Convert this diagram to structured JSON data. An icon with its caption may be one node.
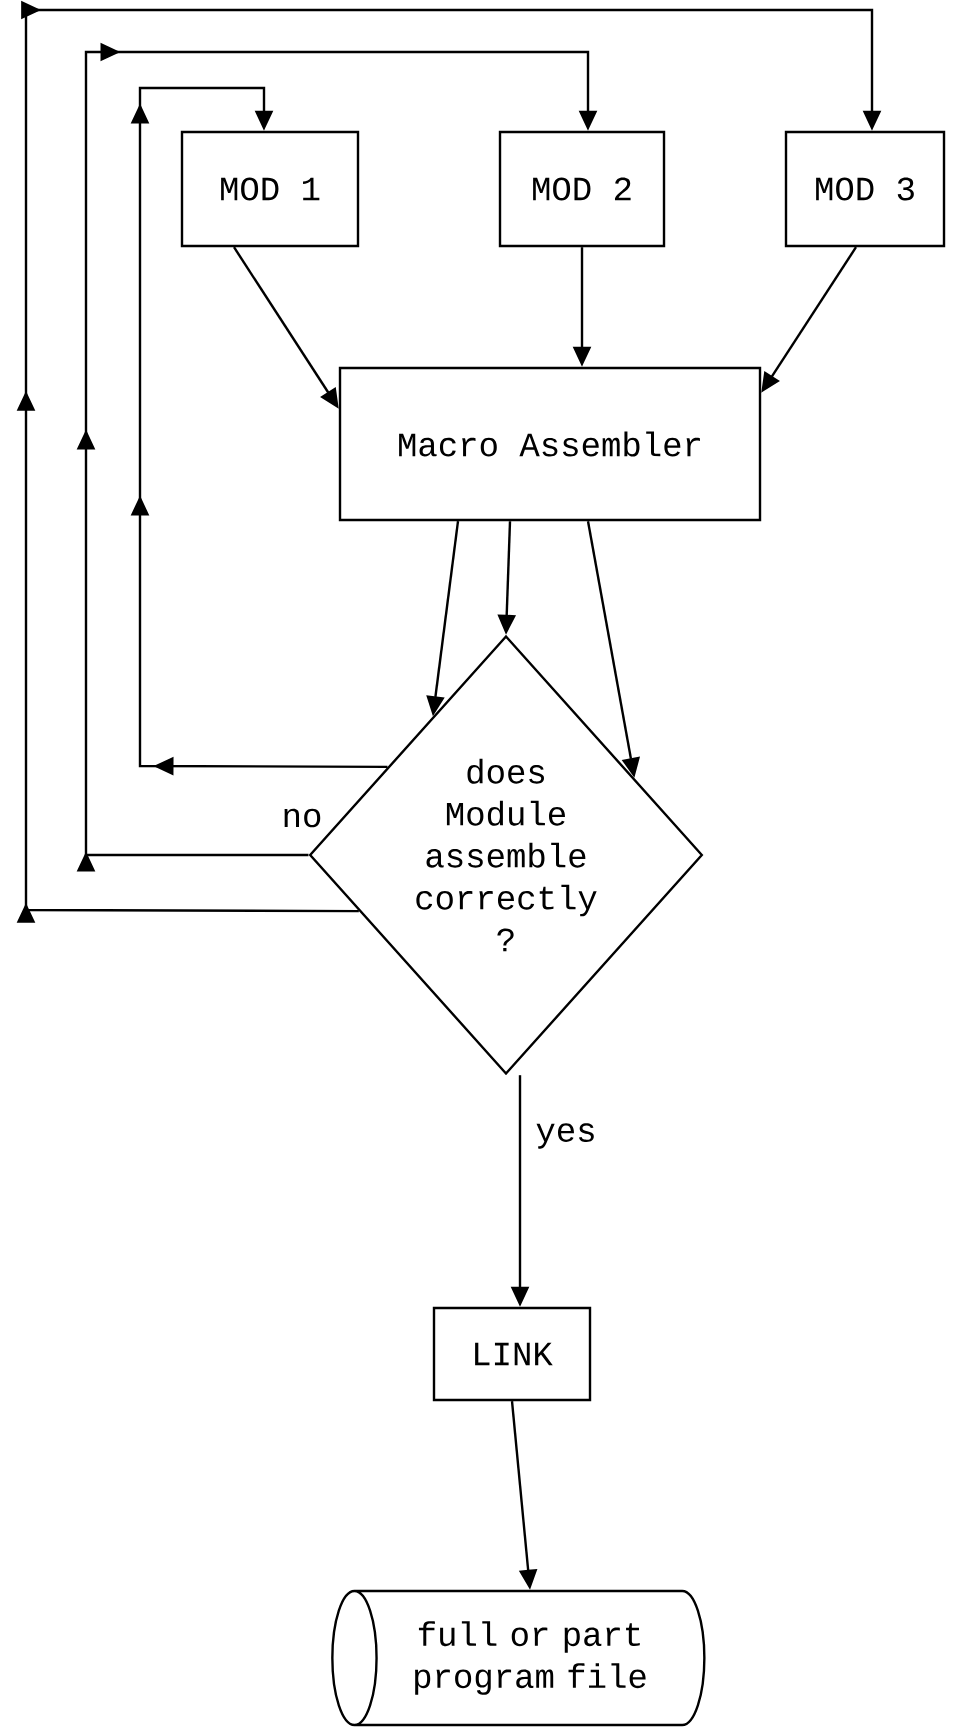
{
  "diagram": {
    "nodes": [
      {
        "text": [
          "MOD 1"
        ]
      },
      {
        "text": [
          "MOD 2"
        ]
      },
      {
        "text": [
          "MOD 3"
        ]
      },
      {
        "text": [
          "Macro Assembler"
        ]
      },
      {
        "text": [
          "does Module assemble correctly ?"
        ]
      },
      {
        "text": [
          "LINK"
        ]
      },
      {
        "text": [
          "full or part program file"
        ]
      }
    ],
    "edges": [
      {
        "from": 0,
        "to": 3,
        "arrow": "to"
      },
      {
        "from": 1,
        "to": 3,
        "arrow": "to"
      },
      {
        "from": 2,
        "to": 3,
        "arrow": "to"
      },
      {
        "from": 3,
        "to": 4,
        "arrow": "to"
      },
      {
        "from": 3,
        "to": 4,
        "arrow": "to"
      },
      {
        "from": 3,
        "to": 4,
        "arrow": "to"
      },
      {
        "from": 4,
        "to": 0,
        "arrow": "to"
      },
      {
        "from": 4,
        "to": 1,
        "arrow": "to",
        "label": "no"
      },
      {
        "from": 4,
        "to": 2,
        "arrow": "to"
      },
      {
        "from": 4,
        "to": 5,
        "arrow": "to",
        "label": "yes"
      },
      {
        "from": 5,
        "to": 6,
        "arrow": "to"
      }
    ]
  }
}
